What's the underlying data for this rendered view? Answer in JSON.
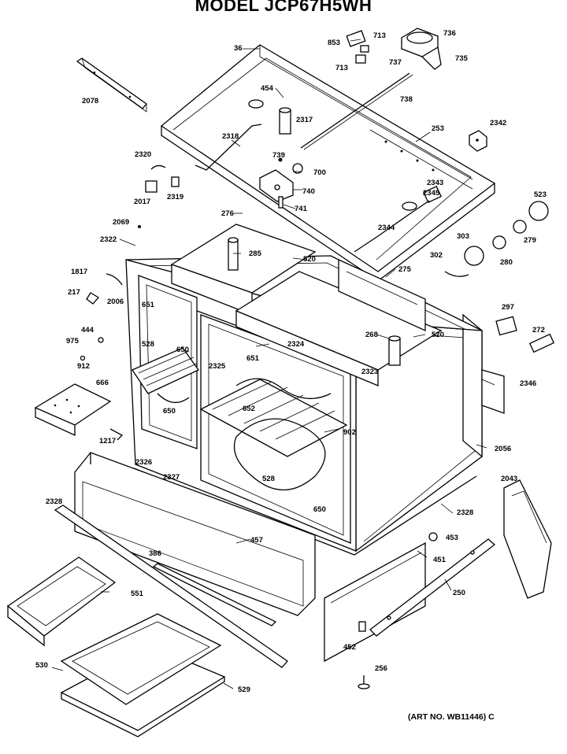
{
  "title": "MODEL JCP67H5WH",
  "art_number": "(ART NO. WB11446) C",
  "callouts": [
    {
      "id": "p853",
      "text": "853"
    },
    {
      "id": "p713a",
      "text": "713"
    },
    {
      "id": "p713b",
      "text": "713"
    },
    {
      "id": "p736",
      "text": "736"
    },
    {
      "id": "p737",
      "text": "737"
    },
    {
      "id": "p735",
      "text": "735"
    },
    {
      "id": "p36",
      "text": "36"
    },
    {
      "id": "p2078",
      "text": "2078"
    },
    {
      "id": "p454",
      "text": "454"
    },
    {
      "id": "p738",
      "text": "738"
    },
    {
      "id": "p2317",
      "text": "2317"
    },
    {
      "id": "p253",
      "text": "253"
    },
    {
      "id": "p2342",
      "text": "2342"
    },
    {
      "id": "p2318",
      "text": "2318"
    },
    {
      "id": "p2320",
      "text": "2320"
    },
    {
      "id": "p739",
      "text": "739"
    },
    {
      "id": "p700",
      "text": "700"
    },
    {
      "id": "p2017",
      "text": "2017"
    },
    {
      "id": "p2319",
      "text": "2319"
    },
    {
      "id": "p740",
      "text": "740"
    },
    {
      "id": "p2343",
      "text": "2343"
    },
    {
      "id": "p2345",
      "text": "2345"
    },
    {
      "id": "p523",
      "text": "523"
    },
    {
      "id": "p741",
      "text": "741"
    },
    {
      "id": "p276",
      "text": "276"
    },
    {
      "id": "p2069",
      "text": "2069"
    },
    {
      "id": "p2344",
      "text": "2344"
    },
    {
      "id": "p279",
      "text": "279"
    },
    {
      "id": "p2322",
      "text": "2322"
    },
    {
      "id": "p303",
      "text": "303"
    },
    {
      "id": "p285",
      "text": "285"
    },
    {
      "id": "p520a",
      "text": "520"
    },
    {
      "id": "p302",
      "text": "302"
    },
    {
      "id": "p280",
      "text": "280"
    },
    {
      "id": "p1817",
      "text": "1817"
    },
    {
      "id": "p275",
      "text": "275"
    },
    {
      "id": "p217",
      "text": "217"
    },
    {
      "id": "p2006",
      "text": "2006"
    },
    {
      "id": "p651a",
      "text": "651"
    },
    {
      "id": "p297",
      "text": "297"
    },
    {
      "id": "p272",
      "text": "272"
    },
    {
      "id": "p444",
      "text": "444"
    },
    {
      "id": "p975",
      "text": "975"
    },
    {
      "id": "p528a",
      "text": "528"
    },
    {
      "id": "p650a",
      "text": "650"
    },
    {
      "id": "p2324",
      "text": "2324"
    },
    {
      "id": "p268",
      "text": "268"
    },
    {
      "id": "p520b",
      "text": "520"
    },
    {
      "id": "p651b",
      "text": "651"
    },
    {
      "id": "p912",
      "text": "912"
    },
    {
      "id": "p2325",
      "text": "2325"
    },
    {
      "id": "p2323",
      "text": "2323"
    },
    {
      "id": "p666",
      "text": "666"
    },
    {
      "id": "p2346",
      "text": "2346"
    },
    {
      "id": "p650b",
      "text": "650"
    },
    {
      "id": "p652",
      "text": "652"
    },
    {
      "id": "p902",
      "text": "902"
    },
    {
      "id": "p1217",
      "text": "1217"
    },
    {
      "id": "p2056",
      "text": "2056"
    },
    {
      "id": "p2326",
      "text": "2326"
    },
    {
      "id": "p2327",
      "text": "2327"
    },
    {
      "id": "p528b",
      "text": "528"
    },
    {
      "id": "p2043",
      "text": "2043"
    },
    {
      "id": "p2328a",
      "text": "2328"
    },
    {
      "id": "p650c",
      "text": "650"
    },
    {
      "id": "p2328b",
      "text": "2328"
    },
    {
      "id": "p457",
      "text": "457"
    },
    {
      "id": "p453",
      "text": "453"
    },
    {
      "id": "p386",
      "text": "386"
    },
    {
      "id": "p451",
      "text": "451"
    },
    {
      "id": "p551",
      "text": "551"
    },
    {
      "id": "p250",
      "text": "250"
    },
    {
      "id": "p452",
      "text": "452"
    },
    {
      "id": "p530",
      "text": "530"
    },
    {
      "id": "p256",
      "text": "256"
    },
    {
      "id": "p529",
      "text": "529"
    }
  ]
}
